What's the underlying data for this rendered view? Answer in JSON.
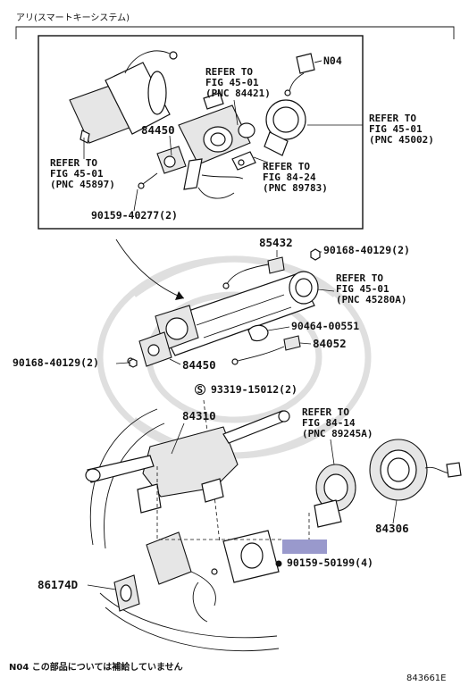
{
  "diagram": {
    "header_label": "アリ(スマートキーシステム)",
    "footer_note": "N04 この部品については補給していません",
    "figure_code": "843661E",
    "highlight_color": "#9999cc",
    "parts": {
      "n04": "N04",
      "p84450_top": "84450",
      "p90159_40277": "90159-40277(2)",
      "p85432": "85432",
      "p90168_40129_top": "90168-40129(2)",
      "p90464_00551": "90464-00551",
      "p84052": "84052",
      "p90168_40129_left": "90168-40129(2)",
      "p84450_mid": "84450",
      "p93319_15012": "93319-15012(2)",
      "p84310": "84310",
      "p84306": "84306",
      "p90159_50199": "90159-50199(4)",
      "p86174d": "86174D"
    },
    "refs": {
      "ref_84421": [
        "REFER TO",
        "FIG 45-01",
        "(PNC 84421)"
      ],
      "ref_45002": [
        "REFER TO",
        "FIG 45-01",
        "(PNC 45002)"
      ],
      "ref_45897": [
        "REFER TO",
        "FIG 45-01",
        "(PNC 45897)"
      ],
      "ref_89783": [
        "REFER TO",
        "FIG 84-24",
        "(PNC 89783)"
      ],
      "ref_45280a": [
        "REFER TO",
        "FIG 45-01",
        "(PNC 45280A)"
      ],
      "ref_89245a": [
        "REFER TO",
        "FIG 84-14",
        "(PNC 89245A)"
      ]
    },
    "markers": {
      "circle_s": "S"
    }
  }
}
